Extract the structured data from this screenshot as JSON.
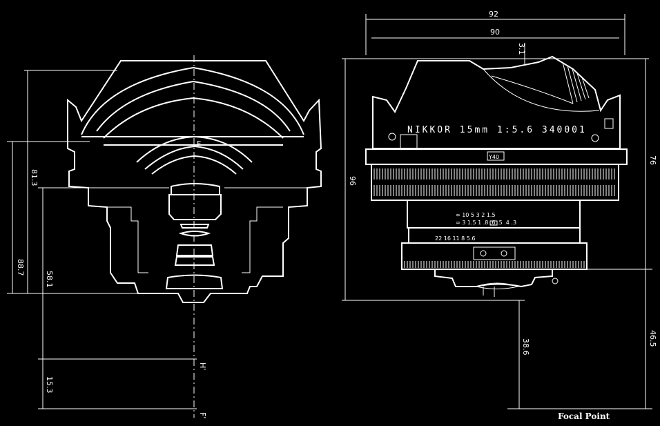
{
  "dimensions": {
    "overall_diameter": "92",
    "body_diameter": "90",
    "hood_offset": "3.1",
    "total_length": "96",
    "hood_to_mount": "76",
    "flange_focal": "46.5",
    "mount_focal": "38.6",
    "left_length_total": "88.7",
    "left_upper": "81.3",
    "left_mid": "58.1",
    "left_h_spacing": "15.3"
  },
  "labels": {
    "F": "F",
    "H_prime": "H'",
    "F_prime": "F'",
    "focal_point": "Focal Point"
  },
  "lens": {
    "name_text": "NIKKOR  15mm  1:5.6   340001",
    "distance_upper_ft": "∞  10  5  3  2  1.5",
    "distance_lower_m": "∞  3   1.5  1  .8  .6  .5 .4 .3",
    "aperture_scale": "22  16  11  8  5.6",
    "focus_mark": "Y40"
  }
}
